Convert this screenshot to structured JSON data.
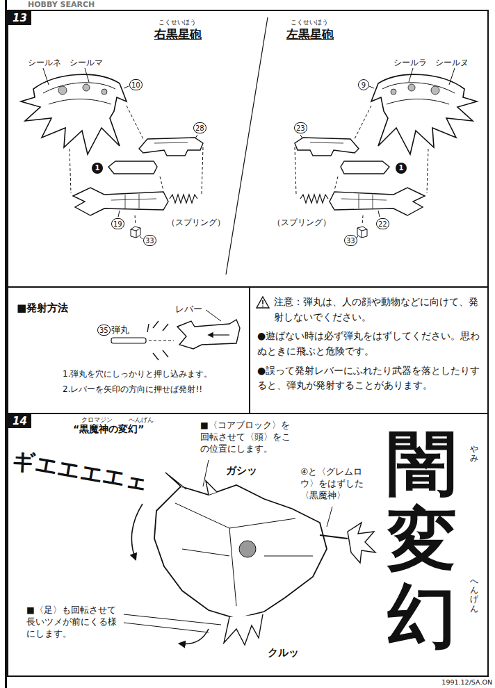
{
  "diagram": {
    "nodes": [
      {
        "text": [
          "13"
        ]
      },
      {
        "text": [
          "■発射方法",
          "1.弾丸を穴にしっかりと押し込みます。",
          "2.レバーを矢印の方向に押せば発射!!"
        ]
      },
      {
        "text": [
          "注意：弾丸は、人の顔や動物などに向けて、発射しないでください。",
          "●遊ばない時は必ず弾丸をはずしてください。思わぬときに飛ぶと危険です。",
          "●誤って発射レバーにふれたり武器を落としたりすると、弾丸が発射することがあります。"
        ]
      },
      {
        "text": [
          "14"
        ]
      }
    ],
    "labels": [
      "HOBBY SEARCH",
      "こくせいほう",
      "右黒星砲",
      "こくせいほう",
      "左黒星砲",
      "シールネ",
      "シールマ",
      "10",
      "28",
      "1",
      "19",
      "（スプリング）",
      "33",
      "シールラ",
      "シールヌ",
      "9",
      "23",
      "1",
      "22",
      "（スプリング）",
      "33",
      "レバー",
      "35",
      "弾丸",
      "“黒魔神の変幻”",
      "クロマジン",
      "へんげん",
      "■〈コアブロック〉を回転させて〈頭〉をこの位置にします。",
      "ガシッ",
      "④と〈グレムロウ〉をはずした〈黒魔神〉",
      "ギエエエエェ",
      "■〈足〉も回転させて長いツメが前にくる様にします。",
      "クルッ",
      "闇変幻",
      "やみ",
      "へんげん",
      "1991.12/SA.ON"
    ]
  }
}
